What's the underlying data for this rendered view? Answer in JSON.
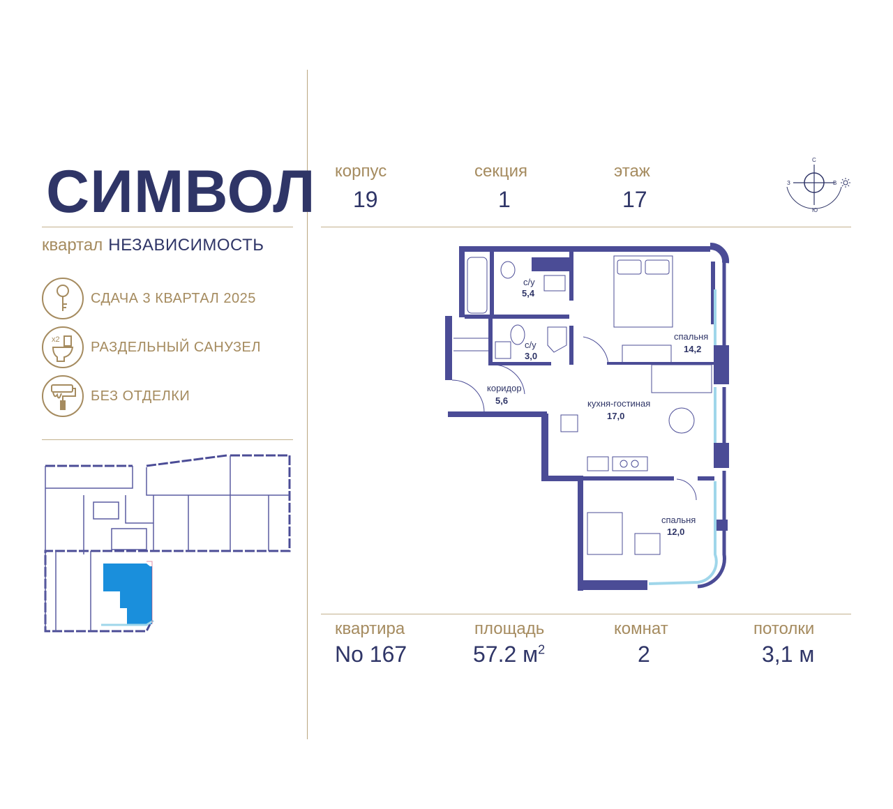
{
  "brand": {
    "logo": "СИМВОЛ",
    "district_label": "квартал",
    "district_name": "НЕЗАВИСИМОСТЬ"
  },
  "features": [
    {
      "icon": "key-icon",
      "label": "СДАЧА 3 КВАРТАЛ 2025"
    },
    {
      "icon": "toilet-x2-icon",
      "label": "РАЗДЕЛЬНЫЙ САНУЗЕЛ"
    },
    {
      "icon": "paint-roller-icon",
      "label": "БЕЗ ОТДЕЛКИ"
    }
  ],
  "meta": {
    "building_label": "корпус",
    "building_value": "19",
    "section_label": "секция",
    "section_value": "1",
    "floor_label": "этаж",
    "floor_value": "17"
  },
  "compass": {
    "north": "С",
    "south": "Ю",
    "west": "З",
    "east": "В"
  },
  "rooms": [
    {
      "name": "с/у",
      "area": "5,4"
    },
    {
      "name": "с/у",
      "area": "3,0"
    },
    {
      "name": "спальня",
      "area": "14,2"
    },
    {
      "name": "коридор",
      "area": "5,6"
    },
    {
      "name": "кухня-гостиная",
      "area": "17,0"
    },
    {
      "name": "спальня",
      "area": "12,0"
    }
  ],
  "summary": {
    "apartment_label": "квартира",
    "apartment_value": "No 167",
    "area_label": "площадь",
    "area_value": "57.2 м",
    "area_unit_sup": "2",
    "rooms_label": "комнат",
    "rooms_value": "2",
    "ceiling_label": "потолки",
    "ceiling_value": "3,1 м"
  },
  "colors": {
    "navy": "#2f3567",
    "gold": "#a58b5f",
    "wall": "#4b4c96",
    "window": "#9fd6ea",
    "highlight": "#1a8fdc"
  }
}
